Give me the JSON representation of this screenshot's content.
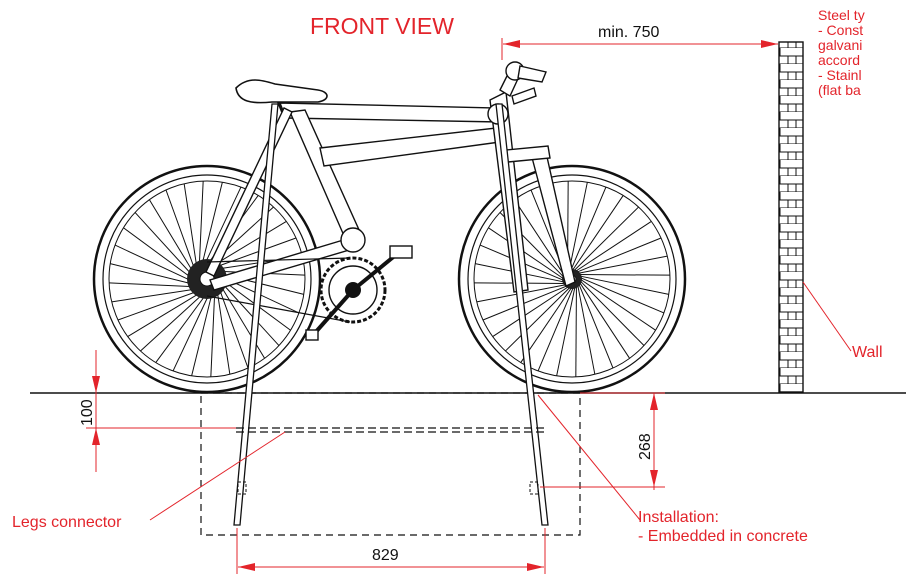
{
  "title": "FRONT VIEW",
  "accent_color": "#e3242b",
  "dimensions": {
    "min_wall_distance": "min. 750",
    "depth_foundation": "100",
    "depth_embed": "268",
    "leg_spacing": "829"
  },
  "labels": {
    "wall": "Wall",
    "legs_connector": "Legs connector",
    "installation_title": "Installation:",
    "installation_detail": "- Embedded in concrete"
  },
  "notes": [
    "Steel ty",
    "- Const",
    "galvani",
    "accord",
    "- Stainl",
    "(flat ba"
  ]
}
